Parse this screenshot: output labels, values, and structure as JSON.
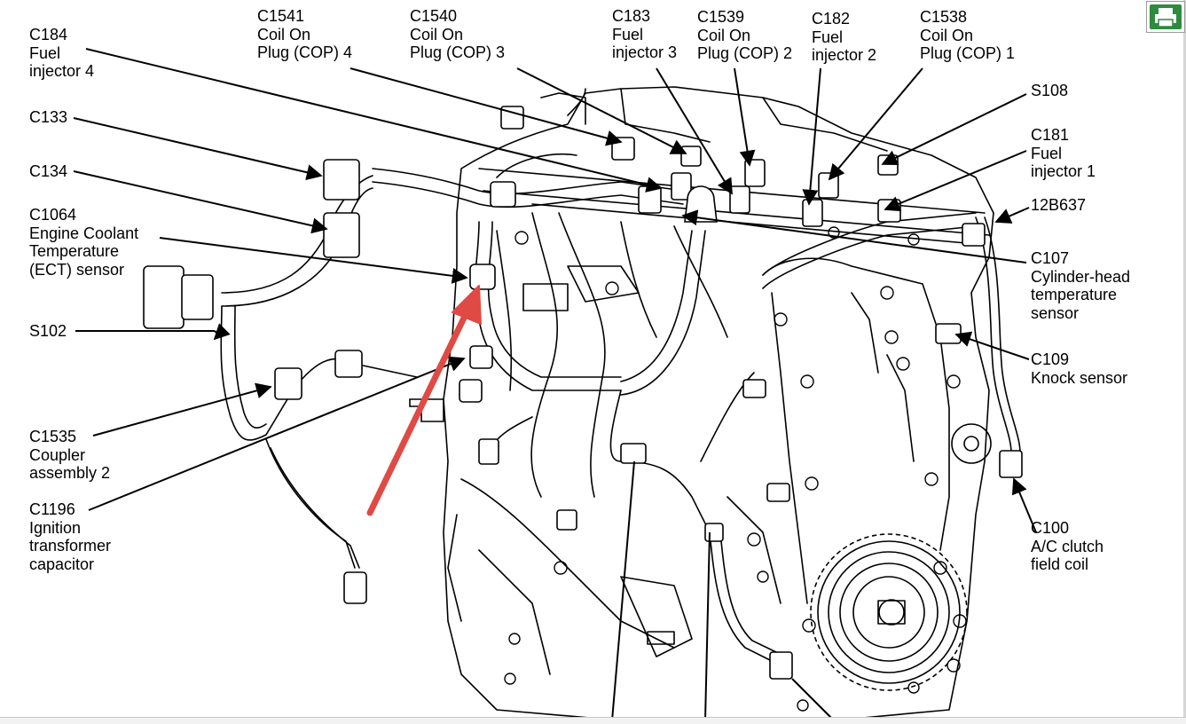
{
  "labels": {
    "c184": "C184\nFuel\ninjector 4",
    "c133": "C133",
    "c134": "C134",
    "c1064": "C1064\nEngine Coolant\nTemperature\n(ECT) sensor",
    "s102": "S102",
    "c1535": "C1535\nCoupler\nassembly 2",
    "c1196": "C1196\nIgnition\ntransformer\ncapacitor",
    "c1541": "C1541\nCoil On\nPlug (COP) 4",
    "c1540": "C1540\nCoil On\nPlug (COP) 3",
    "c183": "C183\nFuel\ninjector 3",
    "c1539": "C1539\nCoil On\nPlug (COP) 2",
    "c182": "C182\nFuel\ninjector 2",
    "c1538": "C1538\nCoil On\nPlug (COP) 1",
    "s108": "S108",
    "c181": "C181\nFuel\ninjector 1",
    "12b637": "12B637",
    "c107": "C107\nCylinder-head\ntemperature\nsensor",
    "c109": "C109\nKnock sensor",
    "c100": "C100\nA/C clutch\nfield coil"
  },
  "colors": {
    "highlight_arrow": "#e04a45",
    "line_art": "#000000",
    "print_button": "#2e8b3e"
  },
  "icons": {
    "print_button": "printer-icon"
  }
}
